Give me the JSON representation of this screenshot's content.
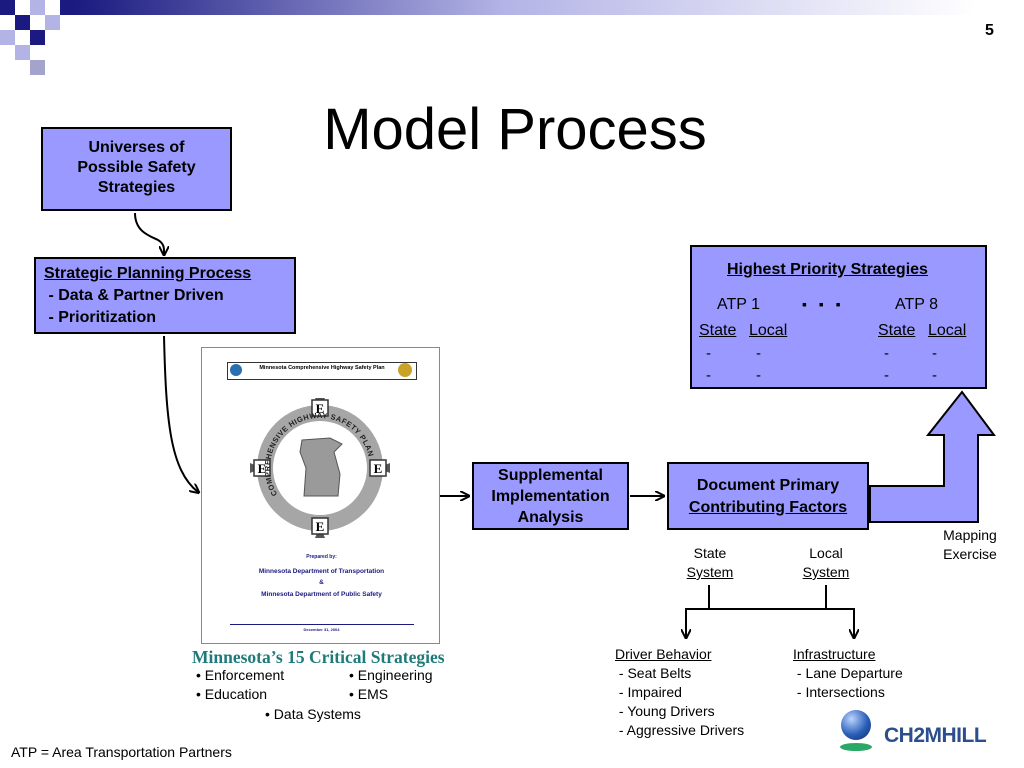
{
  "slide": {
    "number": "5",
    "title": "Model Process",
    "footnote": "ATP = Area Transportation Partners"
  },
  "universes_box": {
    "line1": "Universes of",
    "line2": "Possible Safety",
    "line3": "Strategies"
  },
  "strategic_box": {
    "heading": "Strategic Planning Process",
    "item1": " - Data & Partner Driven",
    "item2": " - Prioritization"
  },
  "document_cover": {
    "header": "Minnesota Comprehensive Highway Safety Plan",
    "ring_text": "COMPREHENSIVE HIGHWAY SAFETY PLAN",
    "letter": "E",
    "prepared_by": "Prepared by:",
    "dept1": "Minnesota Department of Transportation",
    "amp": "&",
    "dept2": "Minnesota Department of Public Safety",
    "date": "December 31, 2004"
  },
  "critical": {
    "title": "Minnesota’s 15 Critical Strategies",
    "col1": [
      "• Enforcement",
      "• Education"
    ],
    "col2": [
      "• Engineering",
      "• EMS"
    ],
    "bottom": "• Data Systems"
  },
  "supplemental_box": {
    "line1": "Supplemental",
    "line2": "Implementation",
    "line3": "Analysis"
  },
  "document_box": {
    "line1": "Document Primary",
    "line2": "Contributing Factors"
  },
  "highest_box": {
    "heading": "Highest Priority Strategies",
    "atp1": "ATP 1",
    "ellipsis": "▪ ▪ ▪",
    "atp8": "ATP 8",
    "state": "State",
    "local": "Local",
    "dash": "-"
  },
  "mapping": {
    "line1": "Mapping",
    "line2": "Exercise"
  },
  "state_system": {
    "line1": "State",
    "line2": "System"
  },
  "local_system": {
    "line1": "Local",
    "line2": "System"
  },
  "driver": {
    "heading": "Driver Behavior",
    "items": [
      " - Seat Belts",
      " - Impaired",
      " - Young Drivers",
      " - Aggressive Drivers"
    ]
  },
  "infra": {
    "heading": "Infrastructure",
    "items": [
      " - Lane Departure",
      " - Intersections"
    ]
  },
  "logo": {
    "text": "CH2MHILL"
  },
  "colors": {
    "box_fill": "#9999ff",
    "accent_navy": "#1a1a80",
    "ring_gray": "#a6a6a6"
  }
}
